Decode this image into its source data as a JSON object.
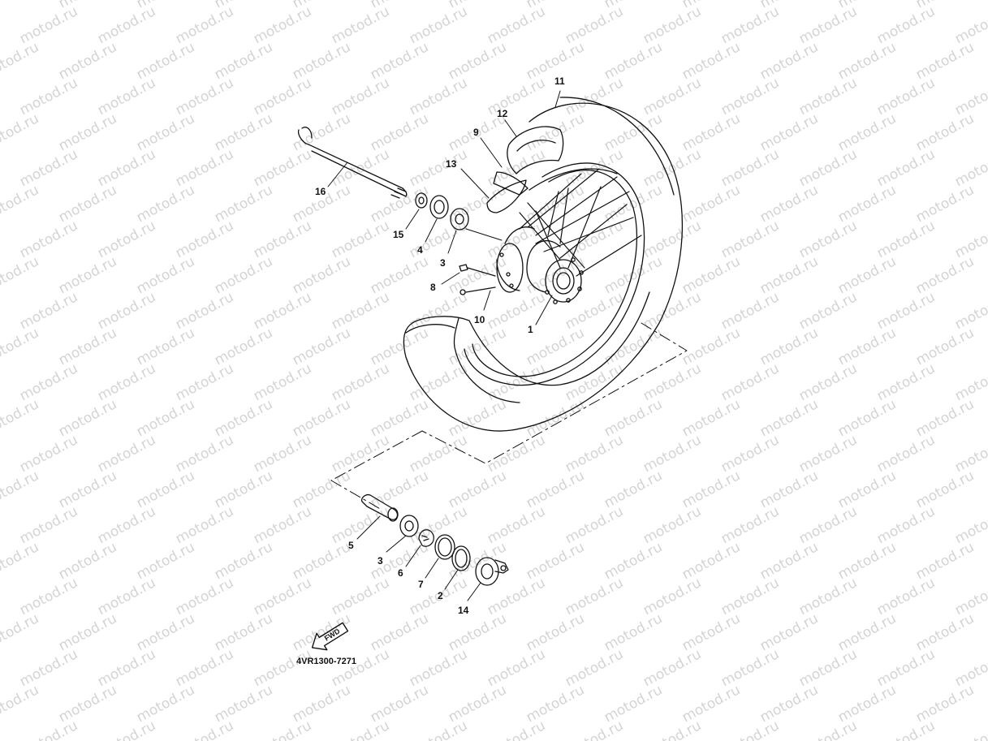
{
  "watermark": "motod.ru",
  "diagram_code": "4VR1300-7271",
  "direction_label": "FWD",
  "callouts": [
    {
      "id": "callout-1",
      "text": "1"
    },
    {
      "id": "callout-2",
      "text": "2"
    },
    {
      "id": "callout-3a",
      "text": "3"
    },
    {
      "id": "callout-3b",
      "text": "3"
    },
    {
      "id": "callout-4",
      "text": "4"
    },
    {
      "id": "callout-5",
      "text": "5"
    },
    {
      "id": "callout-6",
      "text": "6"
    },
    {
      "id": "callout-7",
      "text": "7"
    },
    {
      "id": "callout-8",
      "text": "8"
    },
    {
      "id": "callout-9",
      "text": "9"
    },
    {
      "id": "callout-10",
      "text": "10"
    },
    {
      "id": "callout-11",
      "text": "11"
    },
    {
      "id": "callout-12",
      "text": "12"
    },
    {
      "id": "callout-13",
      "text": "13"
    },
    {
      "id": "callout-14",
      "text": "14"
    },
    {
      "id": "callout-15",
      "text": "15"
    },
    {
      "id": "callout-16",
      "text": "16"
    }
  ],
  "colors": {
    "ink": "#111111",
    "watermark": "#d4d4d4",
    "background": "#ffffff"
  }
}
